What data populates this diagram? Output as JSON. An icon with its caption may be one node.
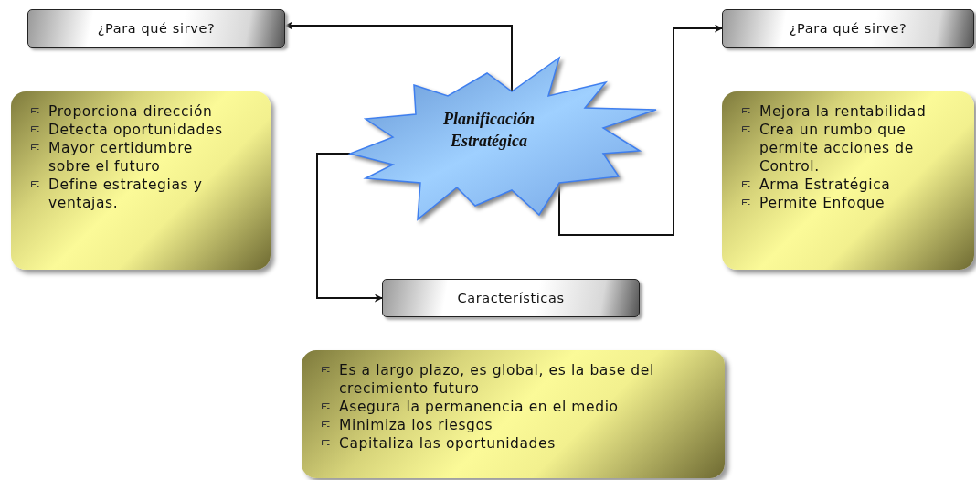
{
  "diagram": {
    "nodes": [
      {
        "text": [
          "¿Para qué sirve?"
        ]
      },
      {
        "text": [
          "¿Para qué sirve?"
        ]
      },
      {
        "text": [
          "Planificación Estratégica"
        ]
      },
      {
        "text": [
          "Proporciona dirección",
          "Detecta oportunidades",
          "Mayor certidumbre sobre el futuro",
          "Define estrategias y ventajas."
        ]
      },
      {
        "text": [
          "Mejora la rentabilidad",
          "Crea un rumbo que permite acciones de Control.",
          "Arma Estratégica",
          "Permite Enfoque"
        ]
      },
      {
        "text": [
          "Características"
        ]
      },
      {
        "text": [
          "Es a largo plazo, es global, es la base del crecimiento futuro",
          "Asegura la permanencia en el medio",
          "Minimiza los riesgos",
          "Capitaliza las oportunidades"
        ]
      }
    ],
    "edges": [
      {
        "from": 2,
        "to": 0,
        "arrow": "to"
      },
      {
        "from": 2,
        "to": 1,
        "arrow": "to"
      },
      {
        "from": 2,
        "to": 5,
        "arrow": "to"
      }
    ]
  }
}
